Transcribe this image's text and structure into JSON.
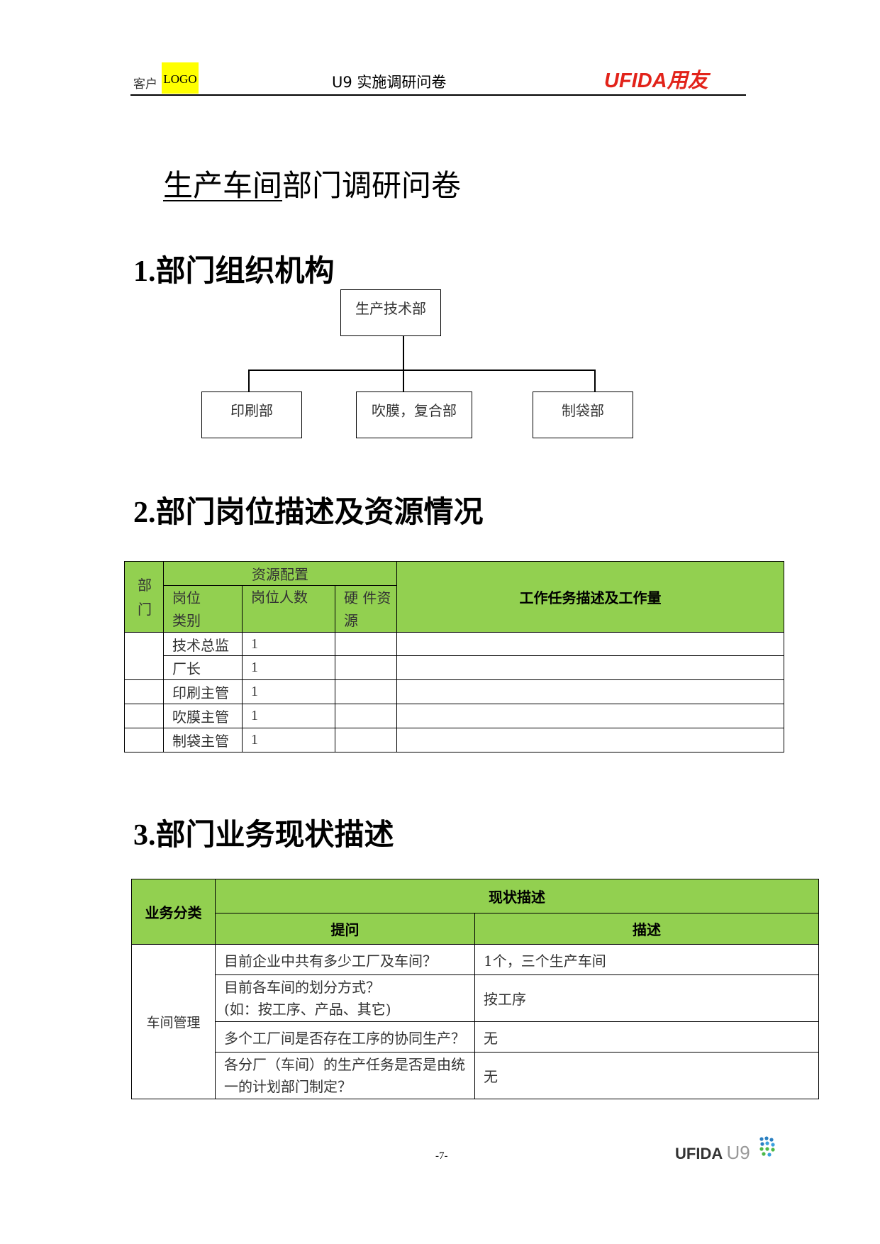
{
  "header": {
    "client_label": "客户",
    "logo_label": "LOGO",
    "title": "U9 实施调研问卷",
    "brand": "UFIDA用友"
  },
  "doc_title_underlined": "生产车间",
  "doc_title_rest": "部门调研问卷",
  "sections": [
    {
      "num": "1.",
      "title": "部门组织机构"
    },
    {
      "num": "2.",
      "title": "部门岗位描述及资源情况"
    },
    {
      "num": "3.",
      "title": "部门业务现状描述"
    }
  ],
  "org": {
    "root": "生产技术部",
    "children": [
      "印刷部",
      "吹膜，复合部",
      "制袋部"
    ]
  },
  "table1": {
    "dept_header": "部门",
    "resource_header": "资源配置",
    "col_post": "岗位类别",
    "col_count": "岗位人数",
    "col_hw": "硬 件资源",
    "col_task": "工作任务描述及工作量",
    "rows": [
      {
        "post": "技术总监",
        "count": "1"
      },
      {
        "post": "厂长",
        "count": "1"
      },
      {
        "post": "印刷主管",
        "count": "1"
      },
      {
        "post": "吹膜主管",
        "count": "1"
      },
      {
        "post": "制袋主管",
        "count": "1"
      }
    ]
  },
  "table2": {
    "col_category": "业务分类",
    "col_status": "现状描述",
    "col_question": "提问",
    "col_desc": "描述",
    "category": "车间管理",
    "rows": [
      {
        "q": "目前企业中共有多少工厂及车间？",
        "a": "1个，三个生产车间"
      },
      {
        "q": "目前各车间的划分方式？\n(如：按工序、产品、其它)",
        "a": "按工序"
      },
      {
        "q": "多个工厂间是否存在工序的协同生产？",
        "a": "无"
      },
      {
        "q": "各分厂（车间）的生产任务是否是由统一的计划部门制定？",
        "a": "无"
      }
    ]
  },
  "footer": {
    "page": "-7-",
    "brand": "UFIDA",
    "brand_suffix": "U9"
  }
}
